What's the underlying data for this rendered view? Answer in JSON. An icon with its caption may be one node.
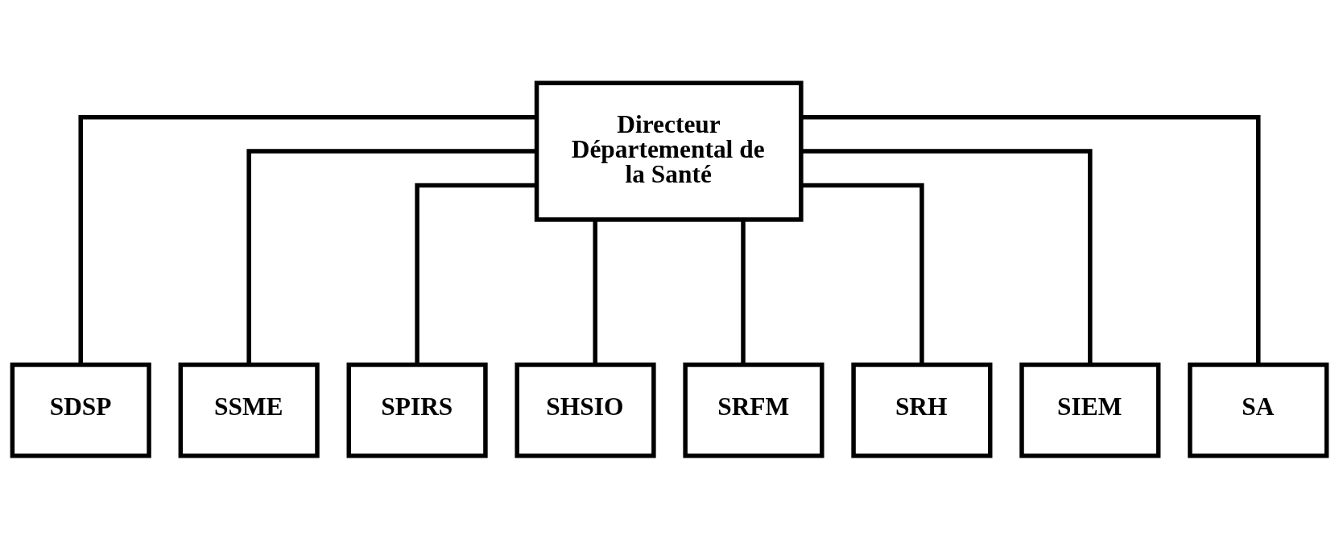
{
  "diagram": {
    "nodes": [
      {
        "text": [
          "Directeur Départemental de la Santé"
        ]
      },
      {
        "text": [
          "SDSP"
        ]
      },
      {
        "text": [
          "SSME"
        ]
      },
      {
        "text": [
          "SPIRS"
        ]
      },
      {
        "text": [
          "SHSIO"
        ]
      },
      {
        "text": [
          "SRFM"
        ]
      },
      {
        "text": [
          "SRH"
        ]
      },
      {
        "text": [
          "SIEM"
        ]
      },
      {
        "text": [
          "SA"
        ]
      }
    ],
    "edges": [
      {
        "from": 0,
        "to": 1,
        "arrow": "none"
      },
      {
        "from": 0,
        "to": 2,
        "arrow": "none"
      },
      {
        "from": 0,
        "to": 3,
        "arrow": "none"
      },
      {
        "from": 0,
        "to": 4,
        "arrow": "none"
      },
      {
        "from": 0,
        "to": 5,
        "arrow": "none"
      },
      {
        "from": 0,
        "to": 6,
        "arrow": "none"
      },
      {
        "from": 0,
        "to": 7,
        "arrow": "none"
      },
      {
        "from": 0,
        "to": 8,
        "arrow": "none"
      }
    ]
  }
}
